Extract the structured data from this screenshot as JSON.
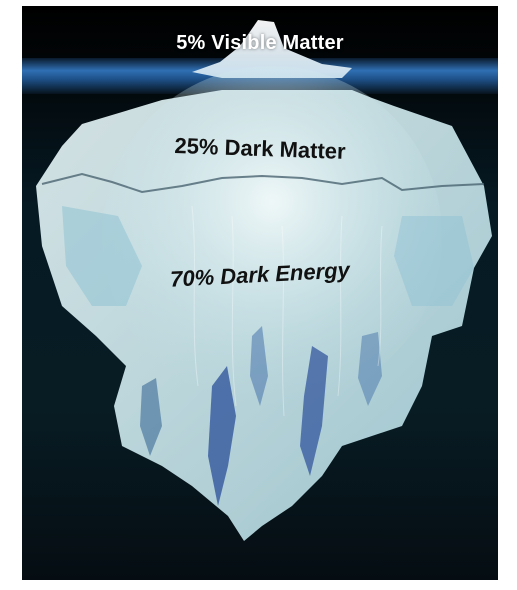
{
  "figure": {
    "labels": {
      "visible_matter": "5% Visible Matter",
      "dark_matter": "25% Dark Matter",
      "dark_energy": "70% Dark Energy"
    },
    "colors": {
      "sky": "#000000",
      "water_surface": "#2f6fb3",
      "deep_water": "#081c24",
      "ice_light": "#d9eef0",
      "ice_shadow": "#7fb4c8",
      "ice_deep_blue": "#2b4f9a"
    }
  }
}
